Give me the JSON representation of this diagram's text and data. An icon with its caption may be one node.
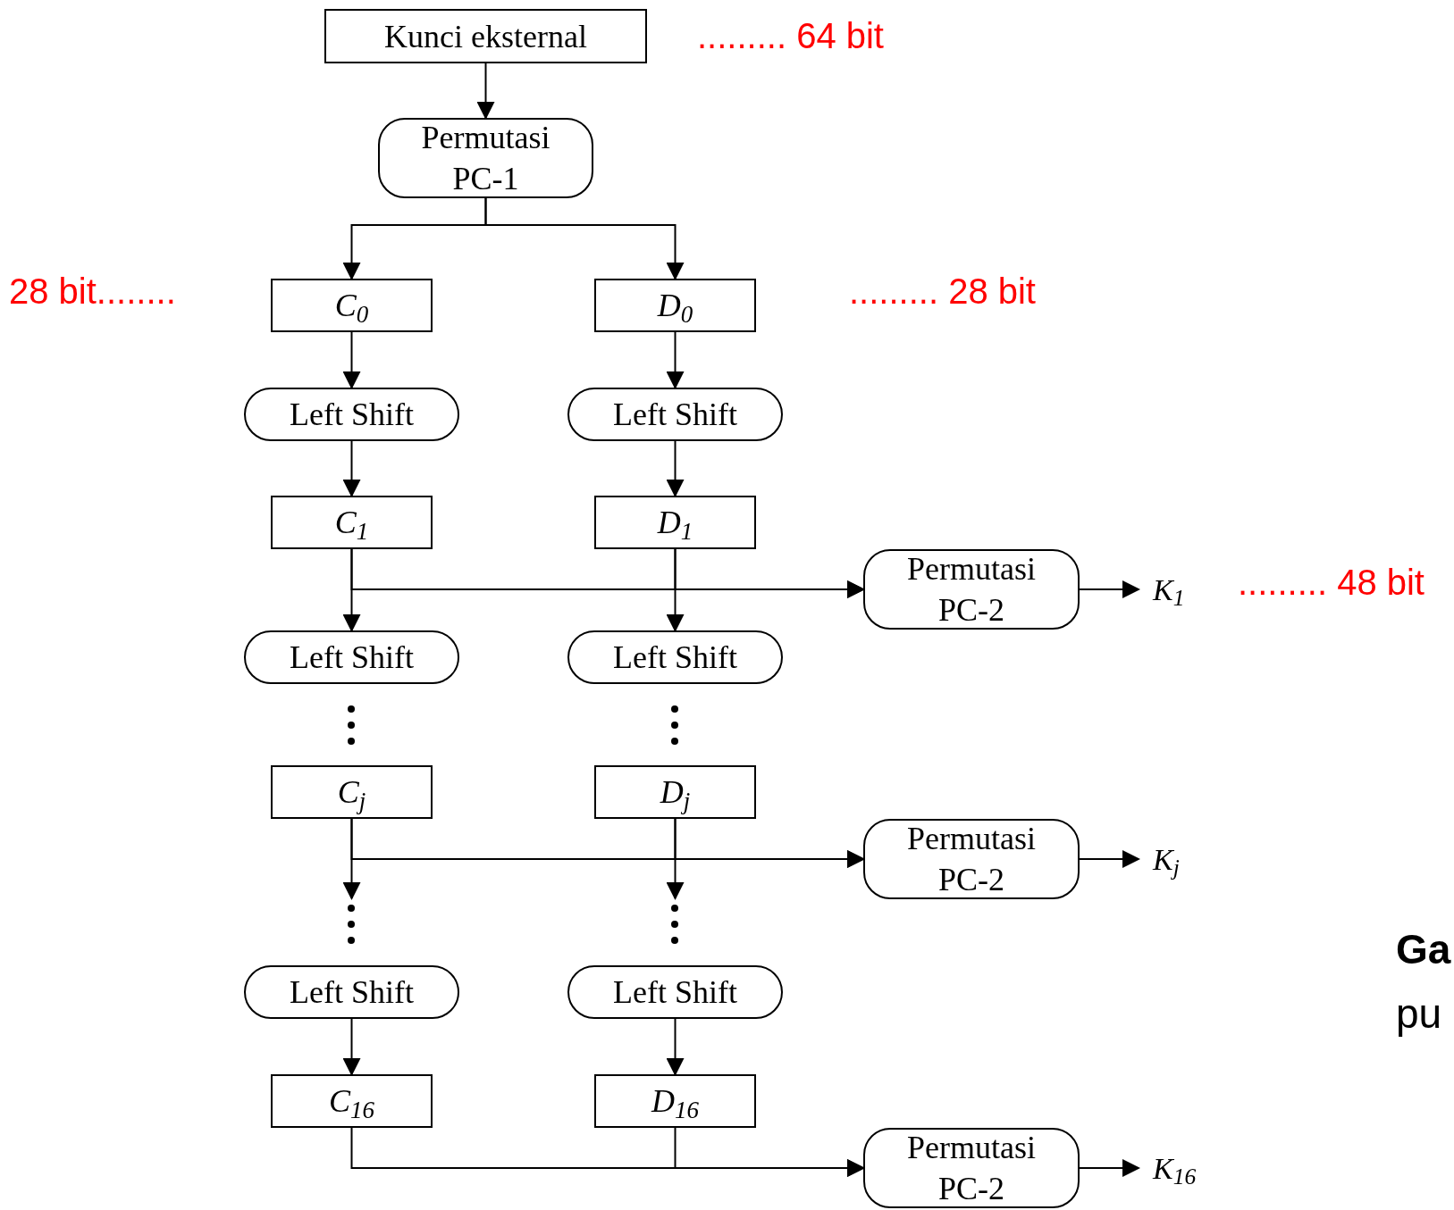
{
  "diagram": {
    "nodes": [
      {
        "text": [
          "Kunci eksternal"
        ]
      },
      {
        "text": [
          "Permutasi PC-1"
        ]
      },
      {
        "text": [
          "C$_{0}$"
        ]
      },
      {
        "text": [
          "D$_{0}$"
        ]
      },
      {
        "text": [
          "Left Shift"
        ]
      },
      {
        "text": [
          "Left Shift"
        ]
      },
      {
        "text": [
          "C$_{1}$"
        ]
      },
      {
        "text": [
          "D$_{1}$"
        ]
      },
      {
        "text": [
          "Permutasi PC-2"
        ]
      },
      {
        "text": [
          "K$_{1}$"
        ]
      },
      {
        "text": [
          "Left Shift"
        ]
      },
      {
        "text": [
          "Left Shift"
        ]
      },
      {
        "text": [
          "C$_{j}$"
        ]
      },
      {
        "text": [
          "D$_{j}$"
        ]
      },
      {
        "text": [
          "Permutasi PC-2"
        ]
      },
      {
        "text": [
          "K$_{j}$"
        ]
      },
      {
        "text": [
          "Left Shift"
        ]
      },
      {
        "text": [
          "Left Shift"
        ]
      },
      {
        "text": [
          "C$_{16}$"
        ]
      },
      {
        "text": [
          "D$_{16}$"
        ]
      },
      {
        "text": [
          "Permutasi PC-2"
        ]
      },
      {
        "text": [
          "K$_{16}$"
        ]
      }
    ],
    "edges": [
      {
        "from": 0,
        "to": 1,
        "arrow": "to"
      },
      {
        "from": 1,
        "to": 2,
        "arrow": "to"
      },
      {
        "from": 1,
        "to": 3,
        "arrow": "to"
      },
      {
        "from": 2,
        "to": 4,
        "arrow": "to"
      },
      {
        "from": 3,
        "to": 5,
        "arrow": "to"
      },
      {
        "from": 4,
        "to": 6,
        "arrow": "to"
      },
      {
        "from": 5,
        "to": 7,
        "arrow": "to"
      },
      {
        "from": 6,
        "to": 8,
        "arrow": "to"
      },
      {
        "from": 7,
        "to": 8,
        "arrow": "to"
      },
      {
        "from": 8,
        "to": 9,
        "arrow": "to"
      },
      {
        "from": 6,
        "to": 10,
        "arrow": "to"
      },
      {
        "from": 7,
        "to": 11,
        "arrow": "to"
      },
      {
        "from": 12,
        "to": 14,
        "arrow": "to"
      },
      {
        "from": 13,
        "to": 14,
        "arrow": "to"
      },
      {
        "from": 14,
        "to": 15,
        "arrow": "to"
      },
      {
        "from": 12,
        "to": null,
        "arrow": "to"
      },
      {
        "from": 13,
        "to": null,
        "arrow": "to"
      },
      {
        "from": 16,
        "to": 18,
        "arrow": "to"
      },
      {
        "from": 17,
        "to": 19,
        "arrow": "to"
      },
      {
        "from": 18,
        "to": 20,
        "arrow": "to"
      },
      {
        "from": 19,
        "to": 20,
        "arrow": "to"
      },
      {
        "from": 20,
        "to": 21,
        "arrow": "to"
      }
    ],
    "labels": [
      "......... 64 bit",
      "28 bit........",
      "......... 28 bit",
      "......... 48 bit",
      "Ga",
      "pu"
    ]
  }
}
